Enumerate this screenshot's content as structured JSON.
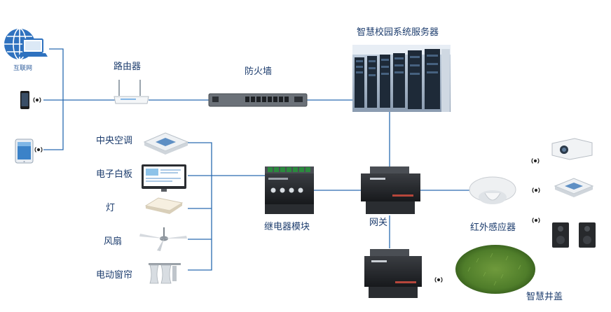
{
  "colors": {
    "line": "#2a6bb0",
    "label": "#1d3d6e"
  },
  "labels": {
    "internet": "互联网",
    "router": "路由器",
    "firewall": "防火墙",
    "server": "智慧校园系统服务器",
    "ac": "中央空调",
    "whiteboard": "电子白板",
    "light": "灯",
    "fan": "风扇",
    "curtain": "电动窗帘",
    "relay": "继电器模块",
    "gateway": "网关",
    "ir_sensor": "红外感应器",
    "manhole": "智慧井盖"
  },
  "icons": [
    "globe-icon",
    "laptop-icon",
    "phone-icon",
    "tablet-icon",
    "router-icon",
    "firewall-icon",
    "server-rack-icon",
    "ceiling-ac-icon",
    "whiteboard-icon",
    "ceiling-light-icon",
    "ceiling-fan-icon",
    "curtain-icon",
    "relay-module-icon",
    "gateway-icon",
    "ir-sensor-icon",
    "projector-icon",
    "speaker-icon",
    "wireless-signal-icon",
    "manhole-lawn-icon"
  ]
}
